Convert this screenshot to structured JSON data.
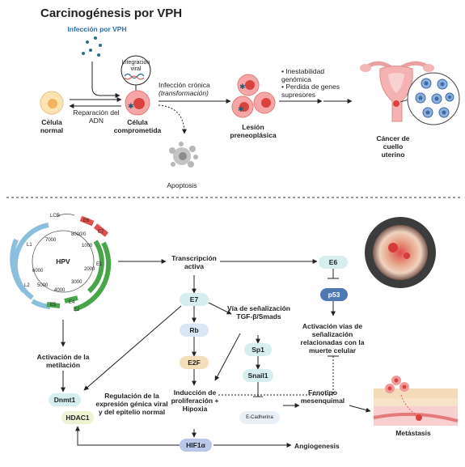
{
  "title": "Carcinogénesis por VPH",
  "top": {
    "infection_label": "Infección por VPH",
    "integration_label": "Integración viral",
    "normal_cell": "Célula normal",
    "repair": "Reparación del ADN",
    "compromised_cell": "Célula comprometida",
    "chronic_infection": "Infección crónica",
    "transformation": "(transformación)",
    "apoptosis": "Apoptosis",
    "preneoplastic": "Lesión preneoplásica",
    "bullet1": "• Inestabilidad genómica",
    "bullet2": "• Perdida de genes supresores",
    "cancer": "Cáncer de cuello uterino"
  },
  "genome": {
    "center": "HPV",
    "lcr": "LCR",
    "pos": [
      "8000/0",
      "7000",
      "1000",
      "6000",
      "2000",
      "5000",
      "4000",
      "3000"
    ],
    "genes": [
      "E6",
      "E7",
      "E1",
      "E2",
      "E4",
      "E5",
      "L2",
      "L1"
    ]
  },
  "bottom": {
    "transcription": "Transcripción activa",
    "e7": "E7",
    "e6": "E6",
    "p53": "p53",
    "rb": "Rb",
    "e2f": "E2F",
    "tgf": "Vía de señalización TGF-β/Smads",
    "sp1": "Sp1",
    "snail": "Snail1",
    "ecad": "E-Cadherina",
    "activation_p53": "Activación vías de señalización relacionadas con la muerte celular",
    "methylation": "Activación de la metilación",
    "dnmt1": "Dnmt1",
    "hdac1": "HDAC1",
    "regulation": "Regulación de la expresión génica viral y del epitelio normal",
    "proliferation": "Inducción de proliferación + Hipoxia",
    "hif": "HIF1α",
    "phenotype": "Fenotipo mesenquimal",
    "angiogenesis": "Angiogenesis",
    "metastasis": "Metástasis"
  }
}
